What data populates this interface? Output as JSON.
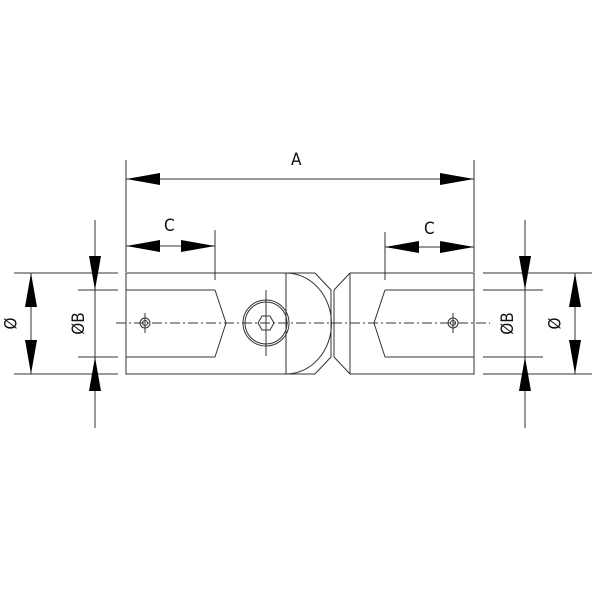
{
  "drawing": {
    "title": "Swivel tube connector dimension drawing",
    "labels": {
      "overall_length": "A",
      "insert_depth_left": "C",
      "insert_depth_right": "C",
      "outer_diameter_left": "Ø",
      "inner_diameter_left": "ØB",
      "inner_diameter_right": "ØB",
      "outer_diameter_right": "Ø"
    },
    "colors": {
      "line": "#2a2a2a",
      "arrow": "#000000",
      "background": "#ffffff"
    }
  }
}
